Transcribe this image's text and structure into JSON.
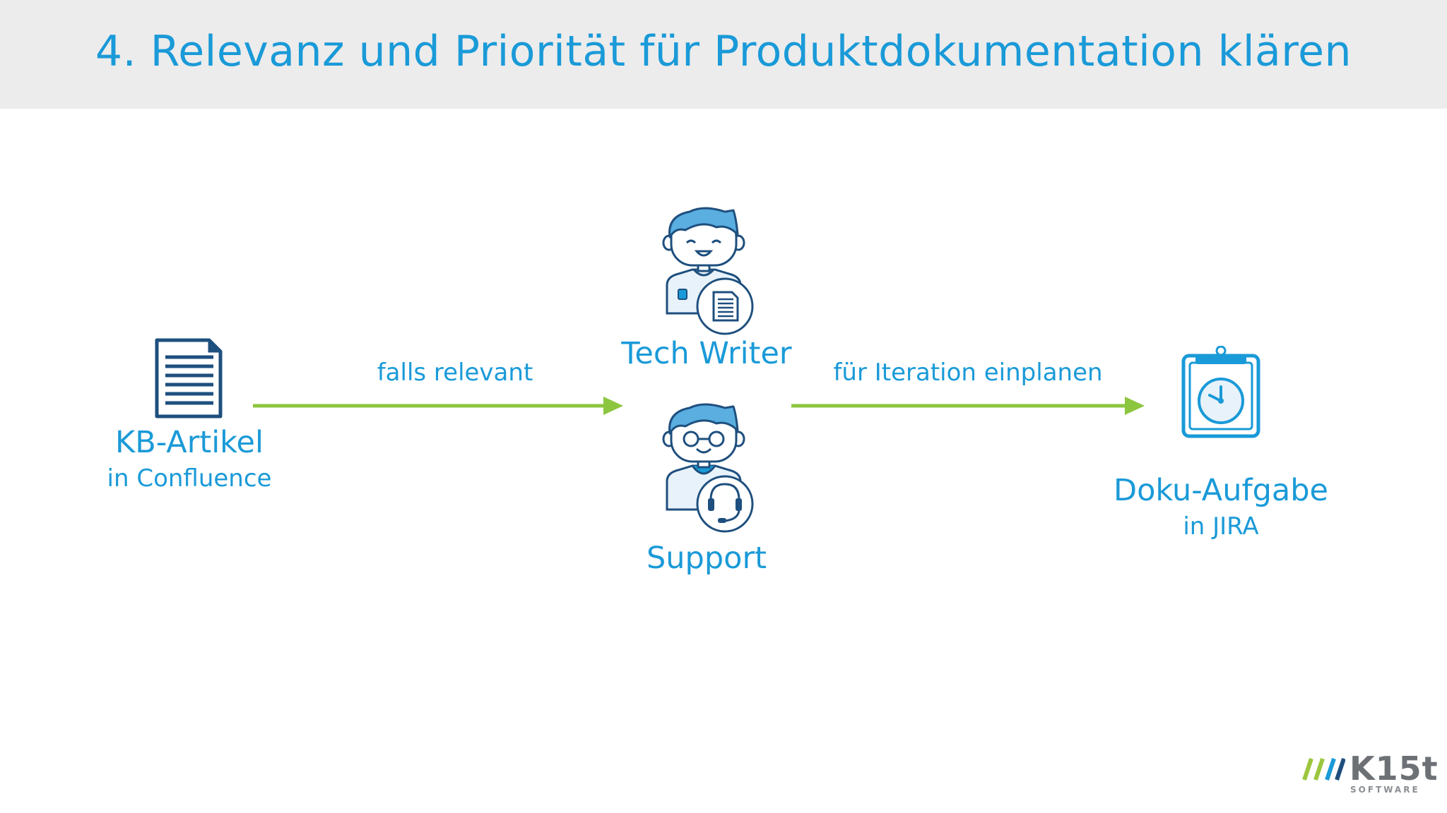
{
  "title": "4. Relevanz und Priorität für Produktdokumentation klären",
  "nodes": {
    "kb": {
      "title": "KB-Artikel",
      "subtitle": "in Confluence"
    },
    "writer": {
      "title": "Tech Writer"
    },
    "support": {
      "title": "Support"
    },
    "task": {
      "title": "Doku-Aufgabe",
      "subtitle": "in JIRA"
    }
  },
  "edges": {
    "kb_to_team": "falls relevant",
    "team_to_task": "für Iteration einplanen"
  },
  "logo": {
    "text": "K15t",
    "sub": "SOFTWARE"
  },
  "colors": {
    "accent": "#1a9ad8",
    "dark": "#1e4f7e",
    "arrow": "#8cc63f",
    "header_bg": "#ececec",
    "logo_stripe": "#9cc63c"
  },
  "icons": {
    "kb": "document-icon",
    "writer": "tech-writer-avatar-icon",
    "support": "support-agent-avatar-icon",
    "task": "clipboard-clock-icon"
  }
}
